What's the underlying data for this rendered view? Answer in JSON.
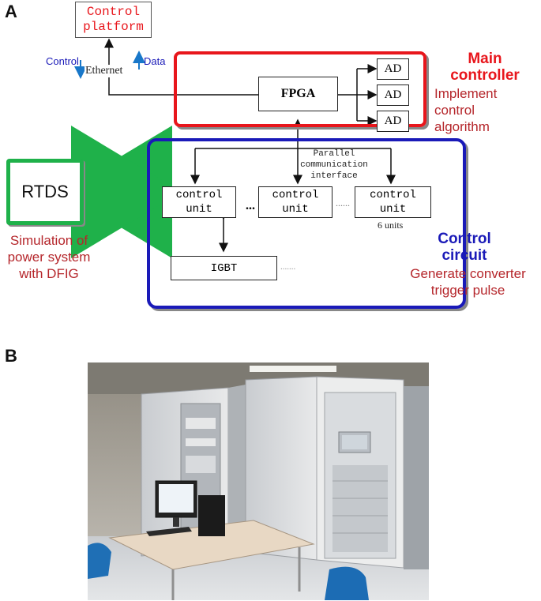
{
  "panel_a": {
    "label": "A",
    "control_platform": {
      "line1": "Control",
      "line2": "platform"
    },
    "ethernet": "Ethernet",
    "control_arrow_label": "Control",
    "data_arrow_label": "Data",
    "fpga": "FPGA",
    "ad_blocks": [
      "AD",
      "AD",
      "AD"
    ],
    "main_controller": {
      "title_line1": "Main",
      "title_line2": "controller",
      "desc_line1": "Implement",
      "desc_line2": "control",
      "desc_line3": "algorithm"
    },
    "parallel_interface": {
      "line1": "Parallel",
      "line2": "communication",
      "line3": "interface"
    },
    "control_units": [
      {
        "line1": "control",
        "line2": "unit"
      },
      {
        "line1": "control",
        "line2": "unit"
      },
      {
        "line1": "control",
        "line2": "unit"
      }
    ],
    "ellipsis_bold": "...",
    "ellipsis_light": "......",
    "units_count": "6 units",
    "igbt": "IGBT",
    "igbt_trailing": ".......",
    "rtds": "RTDS",
    "rtds_desc": {
      "line1": "Simulation of",
      "line2": "power system",
      "line3": "with DFIG"
    },
    "control_circuit": {
      "title_line1": "Control",
      "title_line2": "circuit",
      "desc_line1": "Generate converter",
      "desc_line2": "trigger pulse"
    }
  },
  "panel_b": {
    "label": "B"
  },
  "colors": {
    "red": "#e8161c",
    "dark_red": "#b5262b",
    "blue": "#1a1ab8",
    "green": "#1fb14a",
    "arrow_blue": "#1877c9"
  }
}
